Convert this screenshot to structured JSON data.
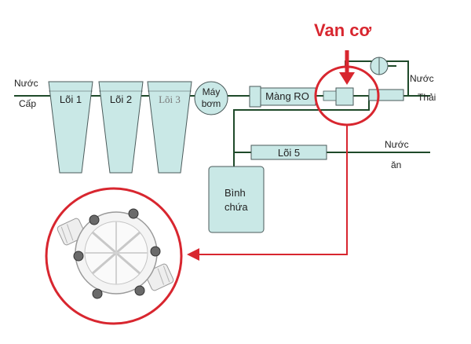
{
  "labels": {
    "inlet_line1": "Nước",
    "inlet_line2": "Cấp",
    "core1": "Lõi 1",
    "core2": "Lõi 2",
    "core3": "Lõi 3",
    "pump_line1": "Máy",
    "pump_line2": "bơm",
    "membrane": "Màng RO",
    "waste_line1": "Nước",
    "waste_line2": "Thải",
    "core5": "Lõi 5",
    "drink_line1": "Nước",
    "drink_line2": "ăn",
    "tank_line1": "Bình",
    "tank_line2": "chứa",
    "callout": "Van cơ"
  },
  "colors": {
    "component_fill": "#c9e8e6",
    "component_stroke": "#4a5a5a",
    "pipe_color": "#1f4a2a",
    "callout_red": "#d8262f"
  },
  "icons": {
    "valve_photo": "white-plastic-mechanical-valve"
  }
}
